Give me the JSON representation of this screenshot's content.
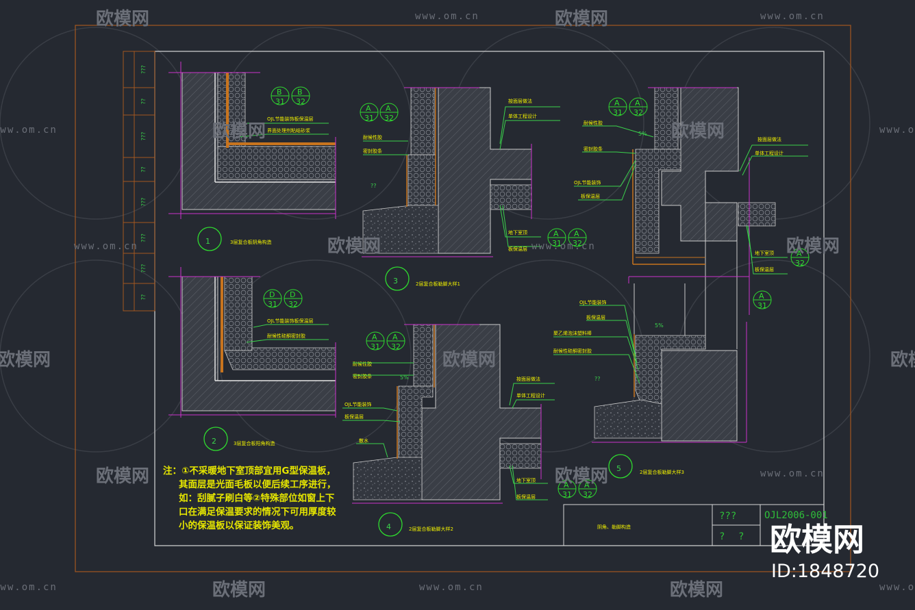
{
  "watermark": {
    "url": "www.om.cn",
    "url_short": "om.cn",
    "brand": "欧模网"
  },
  "colors": {
    "background": "#252931",
    "frame_orange": "#a4581f",
    "frame_white": "#d8d8d8",
    "green": "#2fdc2f",
    "magenta": "#cc33cc",
    "yellow": "#f0f000"
  },
  "left_strip": [
    "???",
    "??",
    "???",
    "??",
    "???",
    "???",
    "???",
    "??"
  ],
  "details": {
    "d1": {
      "number": "1",
      "caption": "3层复合板阴角构造",
      "bubbles": [
        {
          "top": "B",
          "bottom": "31"
        },
        {
          "top": "B",
          "bottom": "32"
        }
      ],
      "labels": [
        "OJL节能装饰板保温层",
        "界面处理剂粘结砂浆"
      ]
    },
    "d2": {
      "number": "2",
      "caption": "3层复合板阳角构造",
      "bubbles": [
        {
          "top": "D",
          "bottom": "31"
        },
        {
          "top": "D",
          "bottom": "32"
        }
      ],
      "labels": [
        "OJL节能装饰板保温层",
        "耐候性硅酮密封胶"
      ]
    },
    "d3": {
      "number": "3",
      "caption": "2层复合板勒脚大样1",
      "bubbles_top": [
        {
          "top": "A",
          "bottom": "31"
        },
        {
          "top": "A",
          "bottom": "32"
        }
      ],
      "bubbles_bottom": [
        {
          "top": "A",
          "bottom": "31"
        },
        {
          "top": "A",
          "bottom": "32"
        }
      ],
      "labels_left": [
        "耐候性胶",
        "密封胶条"
      ],
      "labels_right": [
        "按面层做法",
        "单体工程设计"
      ],
      "labels_bottom": [
        "地下室顶",
        "板保温层"
      ],
      "qq": "??"
    },
    "d4": {
      "number": "4",
      "caption": "2层复合板勒脚大样2",
      "bubbles_top": [
        {
          "top": "A",
          "bottom": "31"
        },
        {
          "top": "A",
          "bottom": "32"
        }
      ],
      "bubbles_bottom": [
        {
          "top": "A",
          "bottom": "31"
        },
        {
          "top": "A",
          "bottom": "32"
        }
      ],
      "labels_left": [
        "耐候性胶",
        "密封胶条"
      ],
      "labels_left2": [
        "OJL节能装饰",
        "板保温层"
      ],
      "label_water": "散水",
      "labels_right": [
        "按面层做法",
        "单体工程设计"
      ],
      "labels_bottom": [
        "地下室顶",
        "板保温层"
      ],
      "slope": "5%"
    },
    "d5": {
      "number": "5",
      "caption": "2层复合板勒脚大样3",
      "bubbles_top": [
        {
          "top": "A",
          "bottom": "31"
        },
        {
          "top": "A",
          "bottom": "32"
        }
      ],
      "bubble_right": [
        {
          "top": "A",
          "bottom": "32"
        },
        {
          "top": "A",
          "bottom": "31"
        }
      ],
      "labels_left": [
        "耐候性胶",
        "密封胶条"
      ],
      "labels_left2": [
        "OJL节能装饰",
        "板保温层"
      ],
      "labels_right": [
        "按面层做法",
        "单体工程设计"
      ],
      "labels_bottom": [
        "地下室顶",
        "板保温层"
      ],
      "labels_lower": [
        "OJL节能装饰",
        "板保温层",
        "聚乙烯泡沫塑料棒",
        "耐候性硅酮密封胶"
      ],
      "slope1": "5%",
      "slope2": "5%",
      "qq": "??"
    }
  },
  "note": {
    "lines": [
      "注：①不采暖地下室顶部宜用G型保温板，",
      "其面层是光面毛板以便后续工序进行，",
      "如：刮腻子刷白等②特殊部位如窗上下",
      "口在满足保温要求的情况下可用厚度较",
      "小的保温板以保证装饰美观。"
    ]
  },
  "title_block": {
    "code_label": "???",
    "code": "OJL2006-001",
    "title": "阴角、勒脚构造",
    "page_labels": [
      "?",
      "?"
    ]
  },
  "overlay": {
    "brand": "欧模网",
    "id": "ID:1848720"
  }
}
